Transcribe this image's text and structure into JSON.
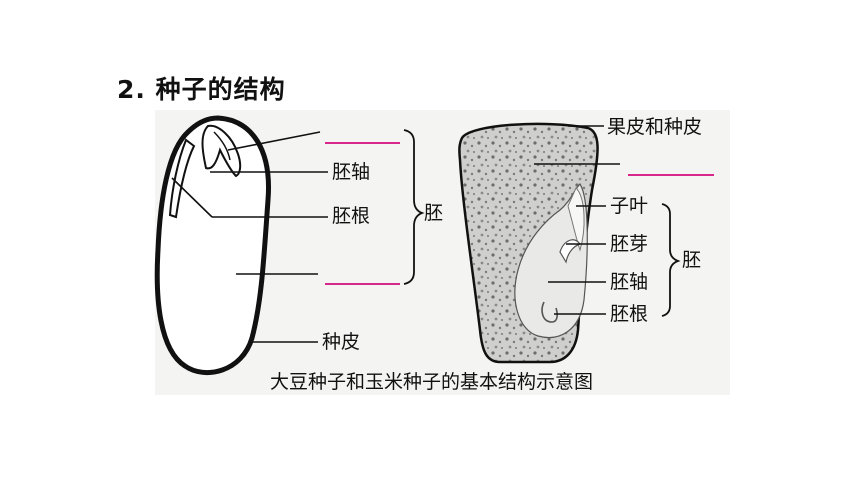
{
  "heading": "2. 种子的结构",
  "caption": "大豆种子和玉米种子的基本结构示意图",
  "soybean": {
    "labels": {
      "axis": "胚轴",
      "radicle": "胚根",
      "seed_coat": "种皮",
      "embryo": "胚"
    }
  },
  "corn": {
    "labels": {
      "pericarp_seed_coat": "果皮和种皮",
      "cotyledon": "子叶",
      "plumule": "胚芽",
      "axis": "胚轴",
      "radicle": "胚根",
      "embryo": "胚"
    }
  },
  "colors": {
    "blank_line": "#d6278a"
  }
}
